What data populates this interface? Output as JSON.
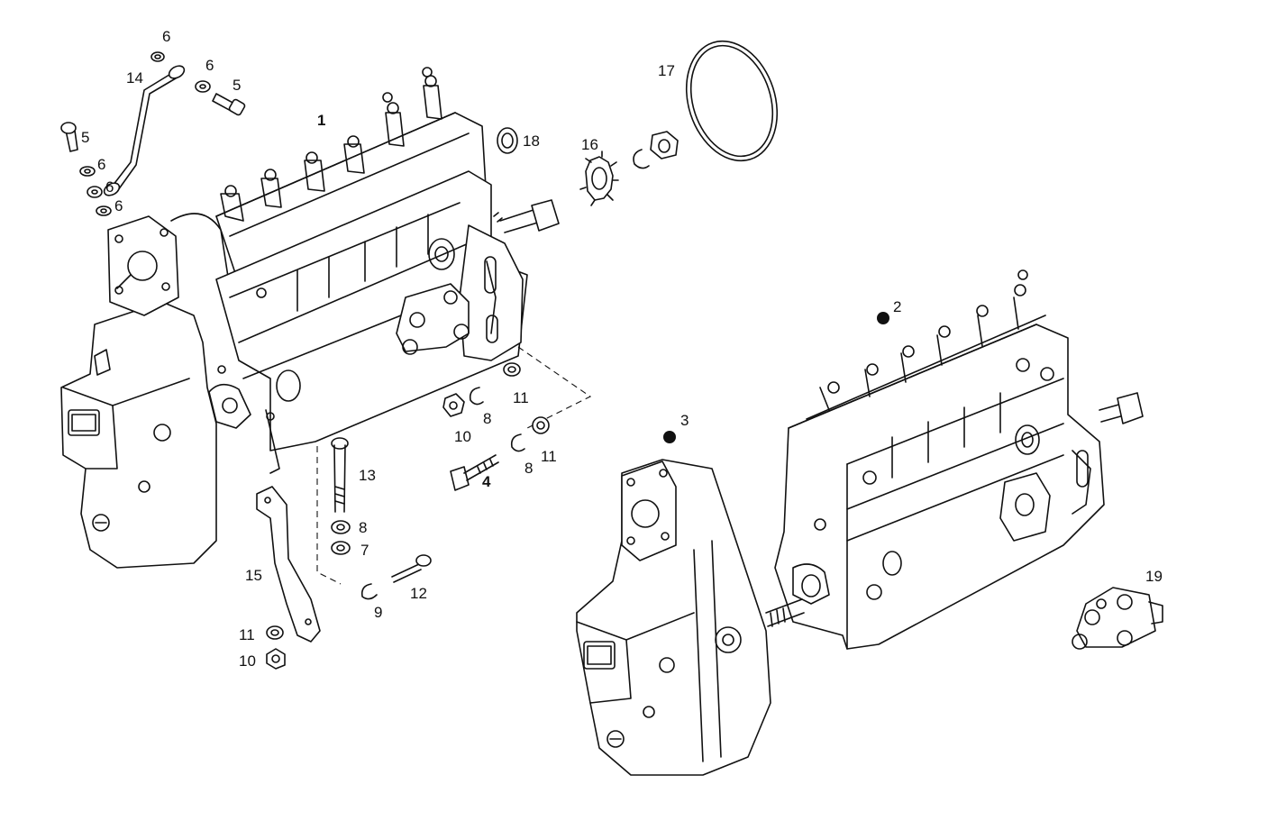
{
  "callouts": [
    {
      "id": "c1",
      "text": "1",
      "bold": true
    },
    {
      "id": "c2",
      "text": "2"
    },
    {
      "id": "c3",
      "text": "3"
    },
    {
      "id": "c4",
      "text": "4",
      "bold": true
    },
    {
      "id": "c5a",
      "text": "5"
    },
    {
      "id": "c5b",
      "text": "5"
    },
    {
      "id": "c6a",
      "text": "6"
    },
    {
      "id": "c6b",
      "text": "6"
    },
    {
      "id": "c6c",
      "text": "6"
    },
    {
      "id": "c6d",
      "text": "6"
    },
    {
      "id": "c6e",
      "text": "6"
    },
    {
      "id": "c7",
      "text": "7"
    },
    {
      "id": "c8a",
      "text": "8"
    },
    {
      "id": "c8b",
      "text": "8"
    },
    {
      "id": "c8c",
      "text": "8"
    },
    {
      "id": "c9",
      "text": "9"
    },
    {
      "id": "c10a",
      "text": "10"
    },
    {
      "id": "c10b",
      "text": "10"
    },
    {
      "id": "c11a",
      "text": "11"
    },
    {
      "id": "c11b",
      "text": "11"
    },
    {
      "id": "c11c",
      "text": "11"
    },
    {
      "id": "c12",
      "text": "12"
    },
    {
      "id": "c13",
      "text": "13"
    },
    {
      "id": "c14",
      "text": "14"
    },
    {
      "id": "c15",
      "text": "15"
    },
    {
      "id": "c16",
      "text": "16"
    },
    {
      "id": "c17",
      "text": "17"
    },
    {
      "id": "c18",
      "text": "18"
    },
    {
      "id": "c19",
      "text": "19"
    }
  ]
}
